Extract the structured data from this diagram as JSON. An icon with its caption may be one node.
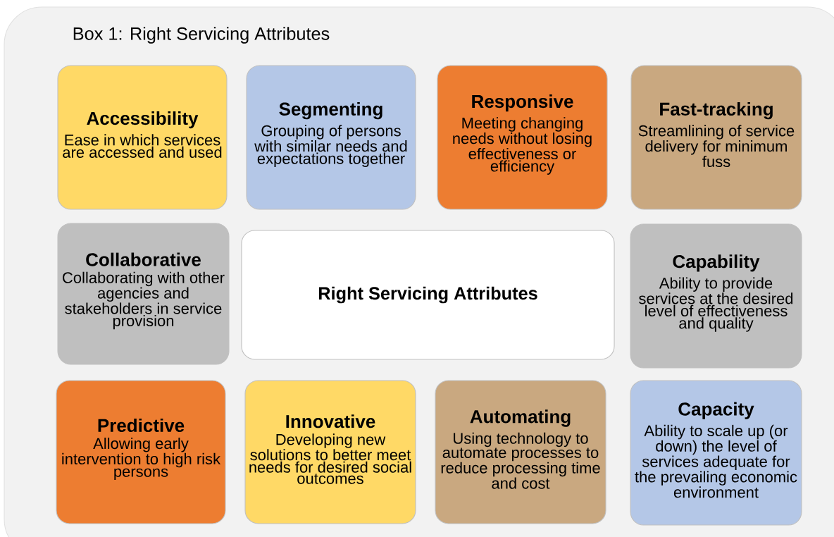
{
  "diagram": {
    "title": "Box 1:  Right Servicing Attributes",
    "nodes": [
      {
        "text": [
          "Accessibility",
          "Ease in which services are accessed and used"
        ]
      },
      {
        "text": [
          "Segmenting",
          "Grouping of persons with similar needs and expectations together"
        ]
      },
      {
        "text": [
          "Responsive",
          "Meeting changing needs without losing effectiveness or efficiency"
        ]
      },
      {
        "text": [
          "Fast-tracking",
          "Streamlining of service delivery for minimum fuss"
        ]
      },
      {
        "text": [
          "Collaborative",
          "Collaborating with other agencies and stakeholders in service provision"
        ]
      },
      {
        "text": [
          "Right Servicing Attributes"
        ]
      },
      {
        "text": [
          "Capability",
          "Ability to provide services at the desired level of effectiveness and quality"
        ]
      },
      {
        "text": [
          "Predictive",
          "Allowing early intervention to high risk persons"
        ]
      },
      {
        "text": [
          "Innovative",
          "Developing new solutions to better meet needs for desired social outcomes"
        ]
      },
      {
        "text": [
          "Automating",
          "Using technology to automate processes to reduce processing time and cost"
        ]
      },
      {
        "text": [
          "Capacity",
          "Ability to scale up (or down) the level of services adequate for the prevailing economic environment"
        ]
      }
    ]
  }
}
